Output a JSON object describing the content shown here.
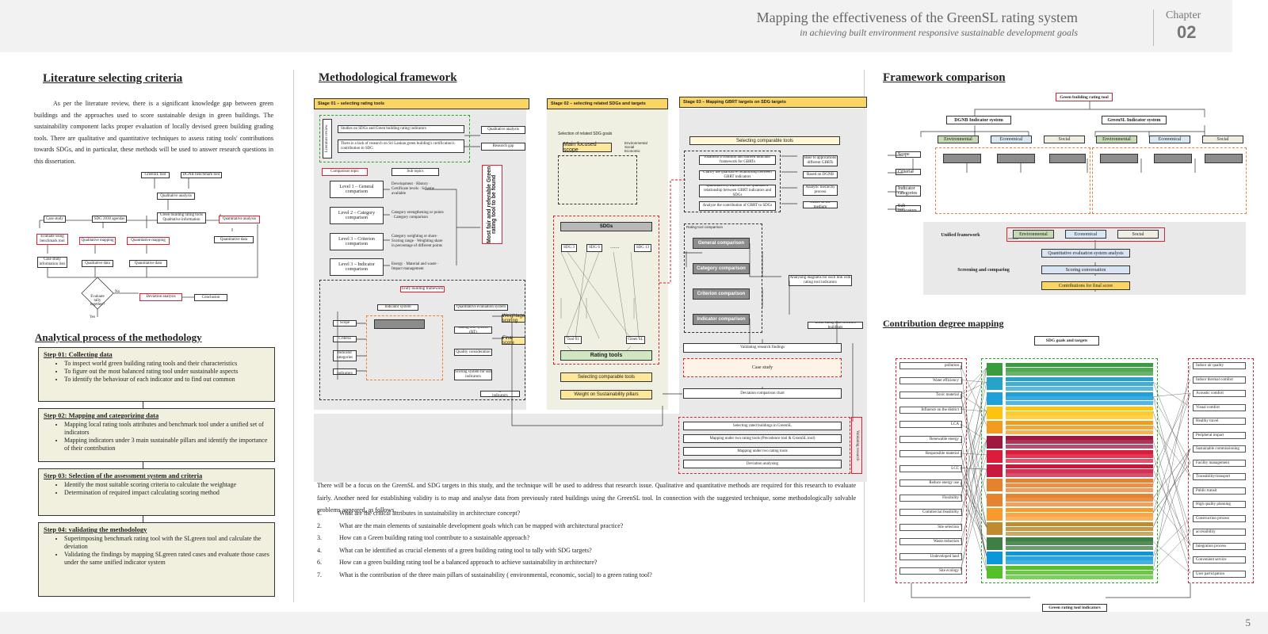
{
  "header": {
    "title": "Mapping the effectiveness of the GreenSL rating system",
    "subtitle": "in achieving built environment responsive sustainable development goals",
    "chapter_label": "Chapter",
    "chapter_number": "02"
  },
  "footer": {
    "page_number": "5"
  },
  "literature": {
    "heading": "Literature selecting criteria",
    "paragraph": "As per the literature review, there is a significant knowledge gap between green buildings and the approaches used to score sustainable design in green buildings. The sustainability component lacks proper evaluation of locally devised green building grading tools. There are qualitative and quantitative techniques to assess rating tools' contributions towards SDGs, and in particular, these methods will be used to answer research questions in this dissertation.",
    "flow": {
      "greensl": "GreenSL tool",
      "dgnb": "DGNB benchmark tool",
      "qual_analysis": "Qualitative analysis",
      "case_study": "Case study",
      "sdg_agendas": "SDG 2030 agendas",
      "gb_tools": "Green building rating tools Qualitative information",
      "quant_analysis": "Quantitative analysis",
      "eval_bench": "Evaluate using benchmark tool",
      "qual_mapping": "Qualitative mapping",
      "quant_mapping": "Quantitative mapping",
      "quant_data": "Quantitative data",
      "case_info": "Case study information lists",
      "qual_data": "Qualitative data",
      "quant_data2": "Quantitative data",
      "evaluate": "Evaluate tally together?",
      "no": "No",
      "yes": "Yes",
      "deviation": "Deviation analysis",
      "conclusion": "Conclusion"
    }
  },
  "analytical": {
    "heading": "Analytical process of the methodology",
    "steps": [
      {
        "title": "Step 01: Collecting data",
        "bullets": [
          "To inspect world green building rating tools and their characteristics",
          "To figure out the most balanced rating tool under sustainable aspects",
          "To identify the behaviour of each indicator and to find out common"
        ]
      },
      {
        "title": "Step 02: Mapping and categorizing data",
        "bullets": [
          "Mapping local rating tools attributes and benchmark tool under a unified set of indicators",
          "Mapping indicators under 3 main sustainable pillars and identify the importance of their contribution"
        ]
      },
      {
        "title": "Step 03: Selection of the assessment system and criteria",
        "bullets": [
          "Identify the most suitable scoring criteria to calculate the weightage",
          "Determination of required impact calculating scoring method"
        ]
      },
      {
        "title": "Step 04: validating the methodology",
        "bullets": [
          "Superimposing benchmark rating tool with the SLgreen tool and calculate the deviation",
          "Validating the findings by mapping SLgreen rated cases and evaluate those cases under the same unified indicator system"
        ]
      }
    ]
  },
  "methodological": {
    "heading": "Methodological framework",
    "stage1": "Stage 01 – selecting rating tools",
    "stage2": "Stage 02 – selecting related SDGs and targets",
    "stage3": "Stage 03 – Mapping GBRT targets on SDG targets",
    "s1": {
      "studies_sdg": "Studies on SDGs and Green building rating indicators",
      "lack_research": "There is a lack of research on Sri Lankan green building's certification's contribution to SDG",
      "qual_analysis": "Qualitative analysis",
      "research_gap": "Research gap",
      "lit_review": "Literature review",
      "comp_topic": "Comparison topic",
      "sub_topics": "Sub topics",
      "lvl1": "Level 1 – General comparison",
      "lvl2": "Level 2 – Category comparison",
      "lvl3": "Level 3 – Criterion comparison",
      "lvl3b": "Level 3 – Indicator comparison",
      "lvl1_items": "Development · History · Certificate levels · Scheme available",
      "lvl2_items": "Category strengthening or points · Category comparison",
      "lvl3_items": "Category weighting or share · Scoring range · Weighting share in percentage of different points",
      "lvl3b_items": "Energy · Material and waste · Impact management",
      "most_fair": "Most fair and referable Green rating tool to be found",
      "unify_sys": "Unify building framework",
      "ind_sys": "Indicator system",
      "scope": "Scope",
      "criteria": "Criteria",
      "ind_cat": "Indicator categories",
      "sub_ind": "Sub indicators",
      "quant_eval": "Quantitative evaluation system",
      "rating_tool": "Rating tool system (RT)",
      "quality_sys": "Quality consideration",
      "scoring_sys": "Scoring system for sub indicators",
      "weight_scoring": "Weightage scoring",
      "final_score": "Final score",
      "score_sub": "Scoring of sub indicators"
    },
    "s2": {
      "selection": "Selection of related SDG goals",
      "main_scope": "Main focused scope",
      "env_goals": "Environmental Social Economic",
      "sdgs": "SDGs",
      "sdg3": "SDG 3",
      "sdg6": "SDG 6",
      "sdg13": "SDG 13",
      "ellipsis": ".......",
      "tools1": "Tool 01",
      "greensl": "Green SL",
      "rating_tools": "Rating tools",
      "selecting": "Selecting comparable tools",
      "weight": "Weight on Sustainability pillars"
    },
    "s3": {
      "selecting": "Selecting comparable tools",
      "establish": "Establish a common and unified indicator framework for GBRTs",
      "basis": "Base to applications different GBRTs",
      "clarify": "Clarify the qualitative relationship between GBRT indicators",
      "based_dgnb": "Based on DGNB",
      "quant": "Quantitatively transform the qualitative relationship between GBRT indicators and SDGs",
      "ahp": "Analytic hierarchy process",
      "analyze": "Analyze the contribution of GBRT to SDGs",
      "gbrt": "GBRT as the medium",
      "rating": "Rating tool comparison",
      "general": "General comparison",
      "category": "Category comparison",
      "criterion": "Criterion comparison",
      "indicator": "Indicator comparison",
      "analysing": "Analysing diagrams for each link with rating tool indicators",
      "local": "Local rating tool certified buildings",
      "validating": "Validating research findings",
      "case": "Case study",
      "deviation_chart": "Deviation comparison chart",
      "sel_rated": "Selecting rated buildings in GreenSL",
      "map_two": "Mapping under two rating tools (Precedence tool & GreenSL tool)",
      "map_one": "Mapping under two rating tools",
      "dev_analysing": "Deviation analysing",
      "validating_research": "Validating research"
    },
    "intro": "There will be a focus on the GreenSL and SDG targets in this study, and the technique will be used to address that research issue. Qualitative and quantitative methods are required for this research to evaluate fairly. Another need for establishing validity is to map and analyse data from previously rated buildings using the GreenSL tool. In connection with the suggested technique, some methodologically solvable problems appeared, as follows.",
    "questions": [
      {
        "n": "1.",
        "q": "What are the critical attributes in sustainability in architecture concept?"
      },
      {
        "n": "2.",
        "q": "What are the main elements of sustainable development goals which can be mapped with architectural practice?"
      },
      {
        "n": "3.",
        "q": "How can a Green building rating tool contribute to a sustainable approach?"
      },
      {
        "n": "4.",
        "q": "What can be identified as crucial elements of a green building rating tool to tally with SDG targets?"
      },
      {
        "n": "6.",
        "q": "How can a green building rating tool be a balanced approach to achieve sustainability in architecture?"
      },
      {
        "n": "7.",
        "q": "What is the contribution of the three main pillars of sustainability ( environmental, economic, social) to a green rating tool?"
      }
    ]
  },
  "framework": {
    "heading": "Framework comparison",
    "root": "Green building rating tool",
    "dgnb": "DGNB Indicator system",
    "greensl": "GreenSL Indicator system",
    "env": "Environmental",
    "eco": "Economical",
    "soc": "Social",
    "scope": "Scope",
    "criteria": "Criteria",
    "ind_cat": "Indicator categories",
    "sub_ind": "Sub indicators",
    "unified": "Unified framework",
    "env2": "Environmental",
    "eco2": "Economical",
    "soc2": "Social",
    "quant": "Quantitative evaluation system analysis",
    "scoring": "Scoring conversation",
    "screening": "Screening and comparing",
    "contrib": "Contributions for final score"
  },
  "contribution": {
    "heading": "Contribution degree mapping",
    "sdg_title": "SDG goals and targets",
    "footer_label": "Green rating tool indicators",
    "left": [
      "pollution",
      "Water efficiency",
      "Toxic material",
      "Influence on the district",
      "LCA",
      "Renewable energy",
      "Responsible material",
      "LCC",
      "Reduce energy use",
      "Flexibility",
      "Commercial feasibility",
      "Site selection",
      "Waste reduction",
      "Undeveloped land",
      "Site ecology"
    ],
    "right": [
      "Indoor air quality",
      "Indoor thermal comfort",
      "Acoustic comfort",
      "Visual comfort",
      "Healthy travel",
      "Peripheral impact",
      "Sustainable commissioning",
      "Facility management",
      "Traceability/transport",
      "Public transit",
      "High quality planning",
      "Construction process",
      "accessibility",
      "Integration process",
      "Convenient service",
      "User participation"
    ],
    "sdg_colors": [
      "#3a9b3f",
      "#27a2c9",
      "#1ea0d8",
      "#fcc40f",
      "#f39b1e",
      "#a01840",
      "#dd1c3b",
      "#c9183e",
      "#e5822d",
      "#e5832e",
      "#f89b2c",
      "#bf8b2e",
      "#3f7e44",
      "#0a97d9",
      "#56c02b"
    ]
  }
}
